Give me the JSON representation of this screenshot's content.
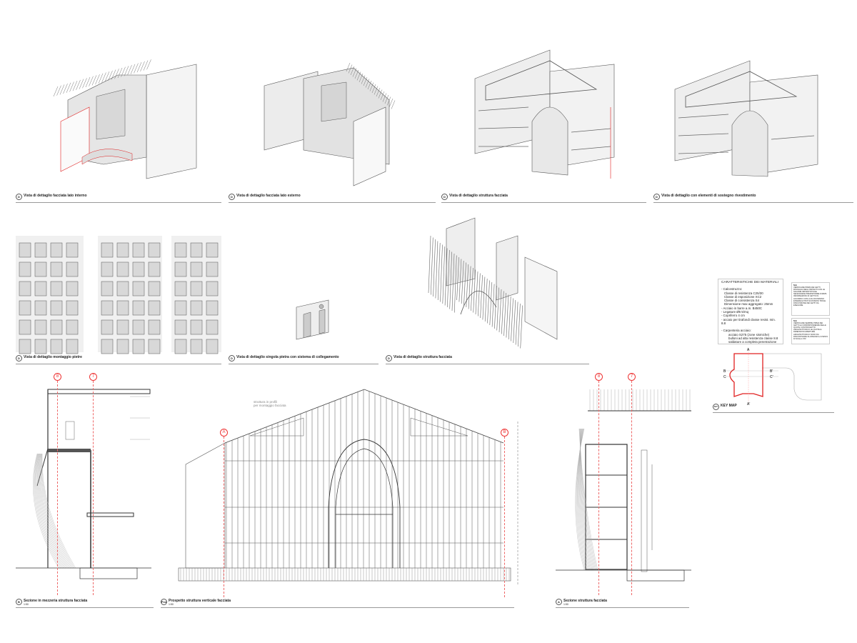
{
  "views": [
    {
      "num": "D",
      "caption": "Vista di dettaglio facciata lato interno"
    },
    {
      "num": "D",
      "caption": "Vista di dettaglio facciata lato esterno"
    },
    {
      "num": "D",
      "caption": "Vista di dettaglio struttura facciata"
    },
    {
      "num": "D",
      "caption": "Vista di dettaglio con elementi di sostegno rivestimento"
    },
    {
      "num": "D",
      "caption": "Vista di dettaglio montaggio pietre"
    },
    {
      "num": "D",
      "caption": "Vista di dettaglio singola pietra con sistema di collegamento"
    },
    {
      "num": "D",
      "caption": "Vista di dettaglio struttura facciata"
    }
  ],
  "drawings": [
    {
      "num": "B",
      "caption": "Sezione in mezzeria struttura facciata",
      "scale": "1:50"
    },
    {
      "num": "Pvs",
      "caption": "Prospetto struttura verticale  facciata",
      "scale": "1:50"
    },
    {
      "num": "A",
      "caption": "Sezione struttura facciata",
      "scale": "1:50"
    }
  ],
  "grid_axes": {
    "left_section": [
      "8",
      "7"
    ],
    "elevation": [
      "A",
      "B"
    ],
    "right_section": [
      "8",
      "7"
    ]
  },
  "elevation_note": [
    "struttura in profili",
    "per montaggio facciata"
  ],
  "materials": {
    "title": "CARATTERISTICHE DEI MATERIALI",
    "lines": [
      {
        "text": "- Calcestruzzo:",
        "level": 0
      },
      {
        "text": "Classe di resistenza C25/30",
        "level": 1
      },
      {
        "text": "Classe di esposizione   XC2",
        "level": 1
      },
      {
        "text": "Classe di consistenza  S4",
        "level": 1
      },
      {
        "text": "Dimensione max aggregato: 25mm",
        "level": 1
      },
      {
        "text": "- Acciaio in barre a.m. B450C",
        "level": 0
      },
      {
        "text": "- Legature Ø6  5/mq",
        "level": 0
      },
      {
        "text": "- Copriferro 4 cm",
        "level": 0
      },
      {
        "text": "- accaio per tirafondi classe resist. min. 8.8",
        "level": 0
      },
      {
        "text": "",
        "level": 0
      },
      {
        "text": "- Carpenteria acciaio:",
        "level": 0
      },
      {
        "text": "acciaio S275 (zone sismiche)",
        "level": 2
      },
      {
        "text": "bulloni ad alta resistenza classe 8.8",
        "level": 2
      },
      {
        "text": "saldature a completa penetrazione",
        "level": 2
      }
    ]
  },
  "notes": [
    {
      "head": "N.B.",
      "text": "VERIFICARE PRIMA DEI GETTI PASSAGGI DEGLI IMPIANTI CON LE SAGOME IMPIANTISTICHE NECESSARIE PREDISPORRE FORMS INFORMAZIONI DI GETTO IN ACCORDO CON LA DL DOVRANNO ESSERE EVITATI SCOSSIONI TROLE DISCUSSIONE DEI GETTI DA ESEGUIRE"
    },
    {
      "head": "N.B.",
      "text": "VERIFICARE SEMPRE PRIMA DEI GETTI LE CORRISPONDENZE DELLE QUOTE CON PROGETTO ARCHITETTONICO LE QUOTE E DIMENSIONI APERTURE ARCHITETTONICO SONO DA RISCONTRARE DL RIMANDI LA PIANTA DI SCALA 1:50"
    }
  ],
  "keymap": {
    "num": "KEY",
    "caption": "KEY MAP",
    "markers": [
      "A",
      "B",
      "C",
      "B'",
      "C'",
      "A'"
    ]
  },
  "colors": {
    "section_red": "#e02020",
    "axis_red": "#e33333",
    "line": "#333333"
  }
}
